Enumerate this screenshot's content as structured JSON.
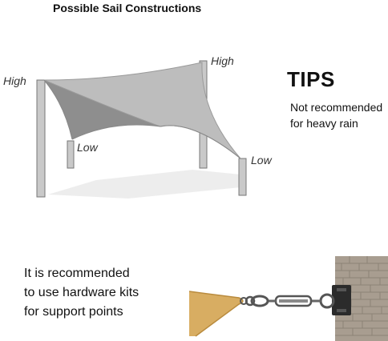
{
  "title": "Possible Sail Constructions",
  "labels": {
    "high_left": "High",
    "high_right": "High",
    "low_left": "Low",
    "low_right": "Low"
  },
  "tips": {
    "heading": "TIPS",
    "lines": [
      "Not recommended",
      "for heavy rain"
    ]
  },
  "recommendation": {
    "lines": [
      "It is recommended",
      "to use hardware kits",
      "for support points"
    ]
  },
  "colors": {
    "sail_light": "#bdbdbd",
    "sail_dark": "#8f8f8f",
    "pole": "#c4c4c4",
    "shadow": "#ececec",
    "fabric": "#d8ad62",
    "brick": "#a59a8e"
  }
}
